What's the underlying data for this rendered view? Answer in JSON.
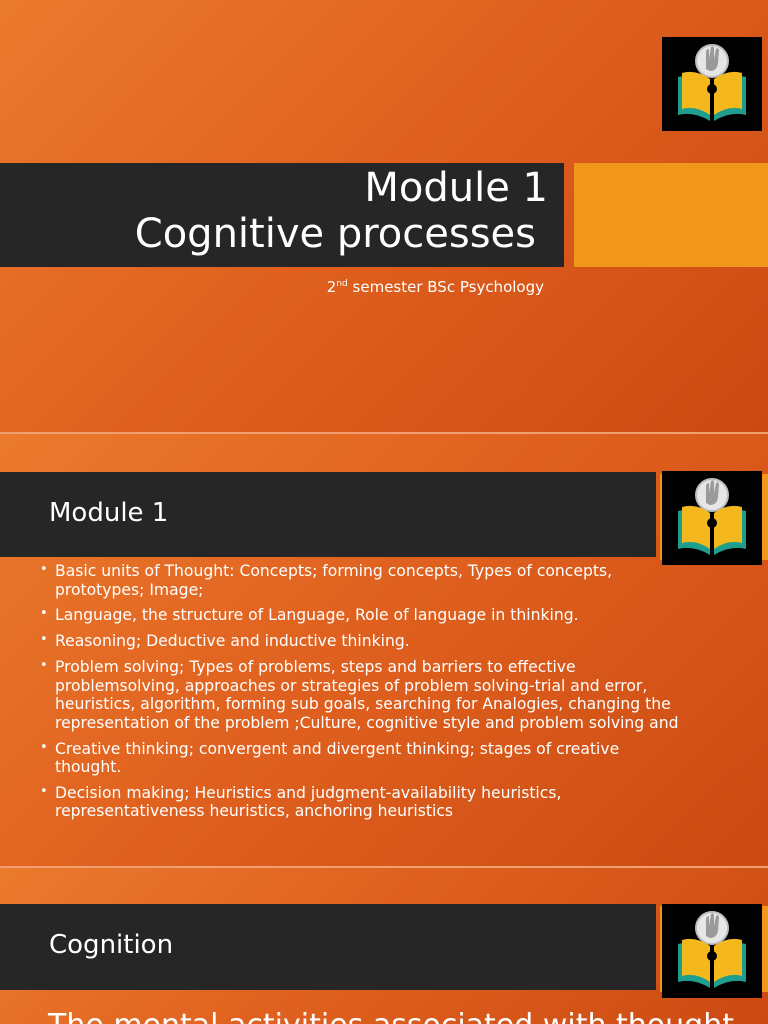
{
  "slide1": {
    "title_line1": "Module 1",
    "title_line2": "Cognitive processes",
    "subtitle_sup": "nd",
    "subtitle_prefix": "2",
    "subtitle_rest": " semester BSc Psychology",
    "accent_color": "#f0961a",
    "logo": "book-with-hand-emblem-icon"
  },
  "slide2": {
    "heading": "Module 1",
    "bullets": [
      "Basic units of Thought: Concepts; forming concepts, Types of concepts, prototypes; Image;",
      "Language, the structure of Language, Role of language in thinking.",
      "Reasoning; Deductive and inductive thinking.",
      "Problem solving; Types of problems, steps and barriers to effective problemsolving, approaches or strategies of problem solving-trial and error, heuristics, algorithm, forming sub goals, searching for Analogies, changing the representation of the problem ;Culture, cognitive style and problem solving and",
      "Creative thinking; convergent and divergent thinking; stages of creative thought.",
      "Decision making; Heuristics and judgment-availability heuristics, representativeness heuristics, anchoring heuristics"
    ],
    "logo": "book-with-hand-emblem-icon"
  },
  "slide3": {
    "heading": "Cognition",
    "body_partial": "The mental activities associated with thought",
    "logo": "book-with-hand-emblem-icon"
  },
  "colors": {
    "background_orange": "#e0611f",
    "dark_band": "#262626",
    "logo_yellow": "#f4b81c",
    "logo_teal": "#1f9e8e"
  }
}
